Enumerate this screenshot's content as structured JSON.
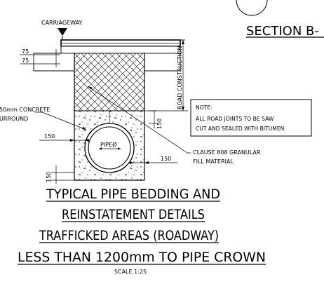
{
  "labels": {
    "carriageway": "CARRIAGEWAY",
    "section": "SECTION B-",
    "dim_75_top": "75",
    "dim_75_bottom": "75",
    "concrete_line1": "50mm CONCRETE",
    "concrete_line2": "URROUND",
    "dim_150_left": "150",
    "dim_150_right": "150",
    "dim_150_vertical": "150",
    "dim_150_bottom": "150",
    "pipe": "PIPEØ",
    "road_construction": "ROAD CONSTRUCTION",
    "note_title": "NOTE:",
    "note_line1": "ALL ROAD JOINTS TO BE SAW",
    "note_line2": "CUT AND SEALED WITH BITUMEN",
    "clause_line1": "CLAUSE 808 GRANULAR",
    "clause_line2": "FILL MATERIAL"
  },
  "title": {
    "line1": "TYPICAL  PIPE  BEDDING  AND",
    "line2": "REINSTATEMENT  DETAILS",
    "line3": "TRAFFICKED  AREAS  (ROADWAY)",
    "line4": "LESS  THAN  1200mm  TO  PIPE  CROWN",
    "scale": "SCALE 1:25"
  }
}
